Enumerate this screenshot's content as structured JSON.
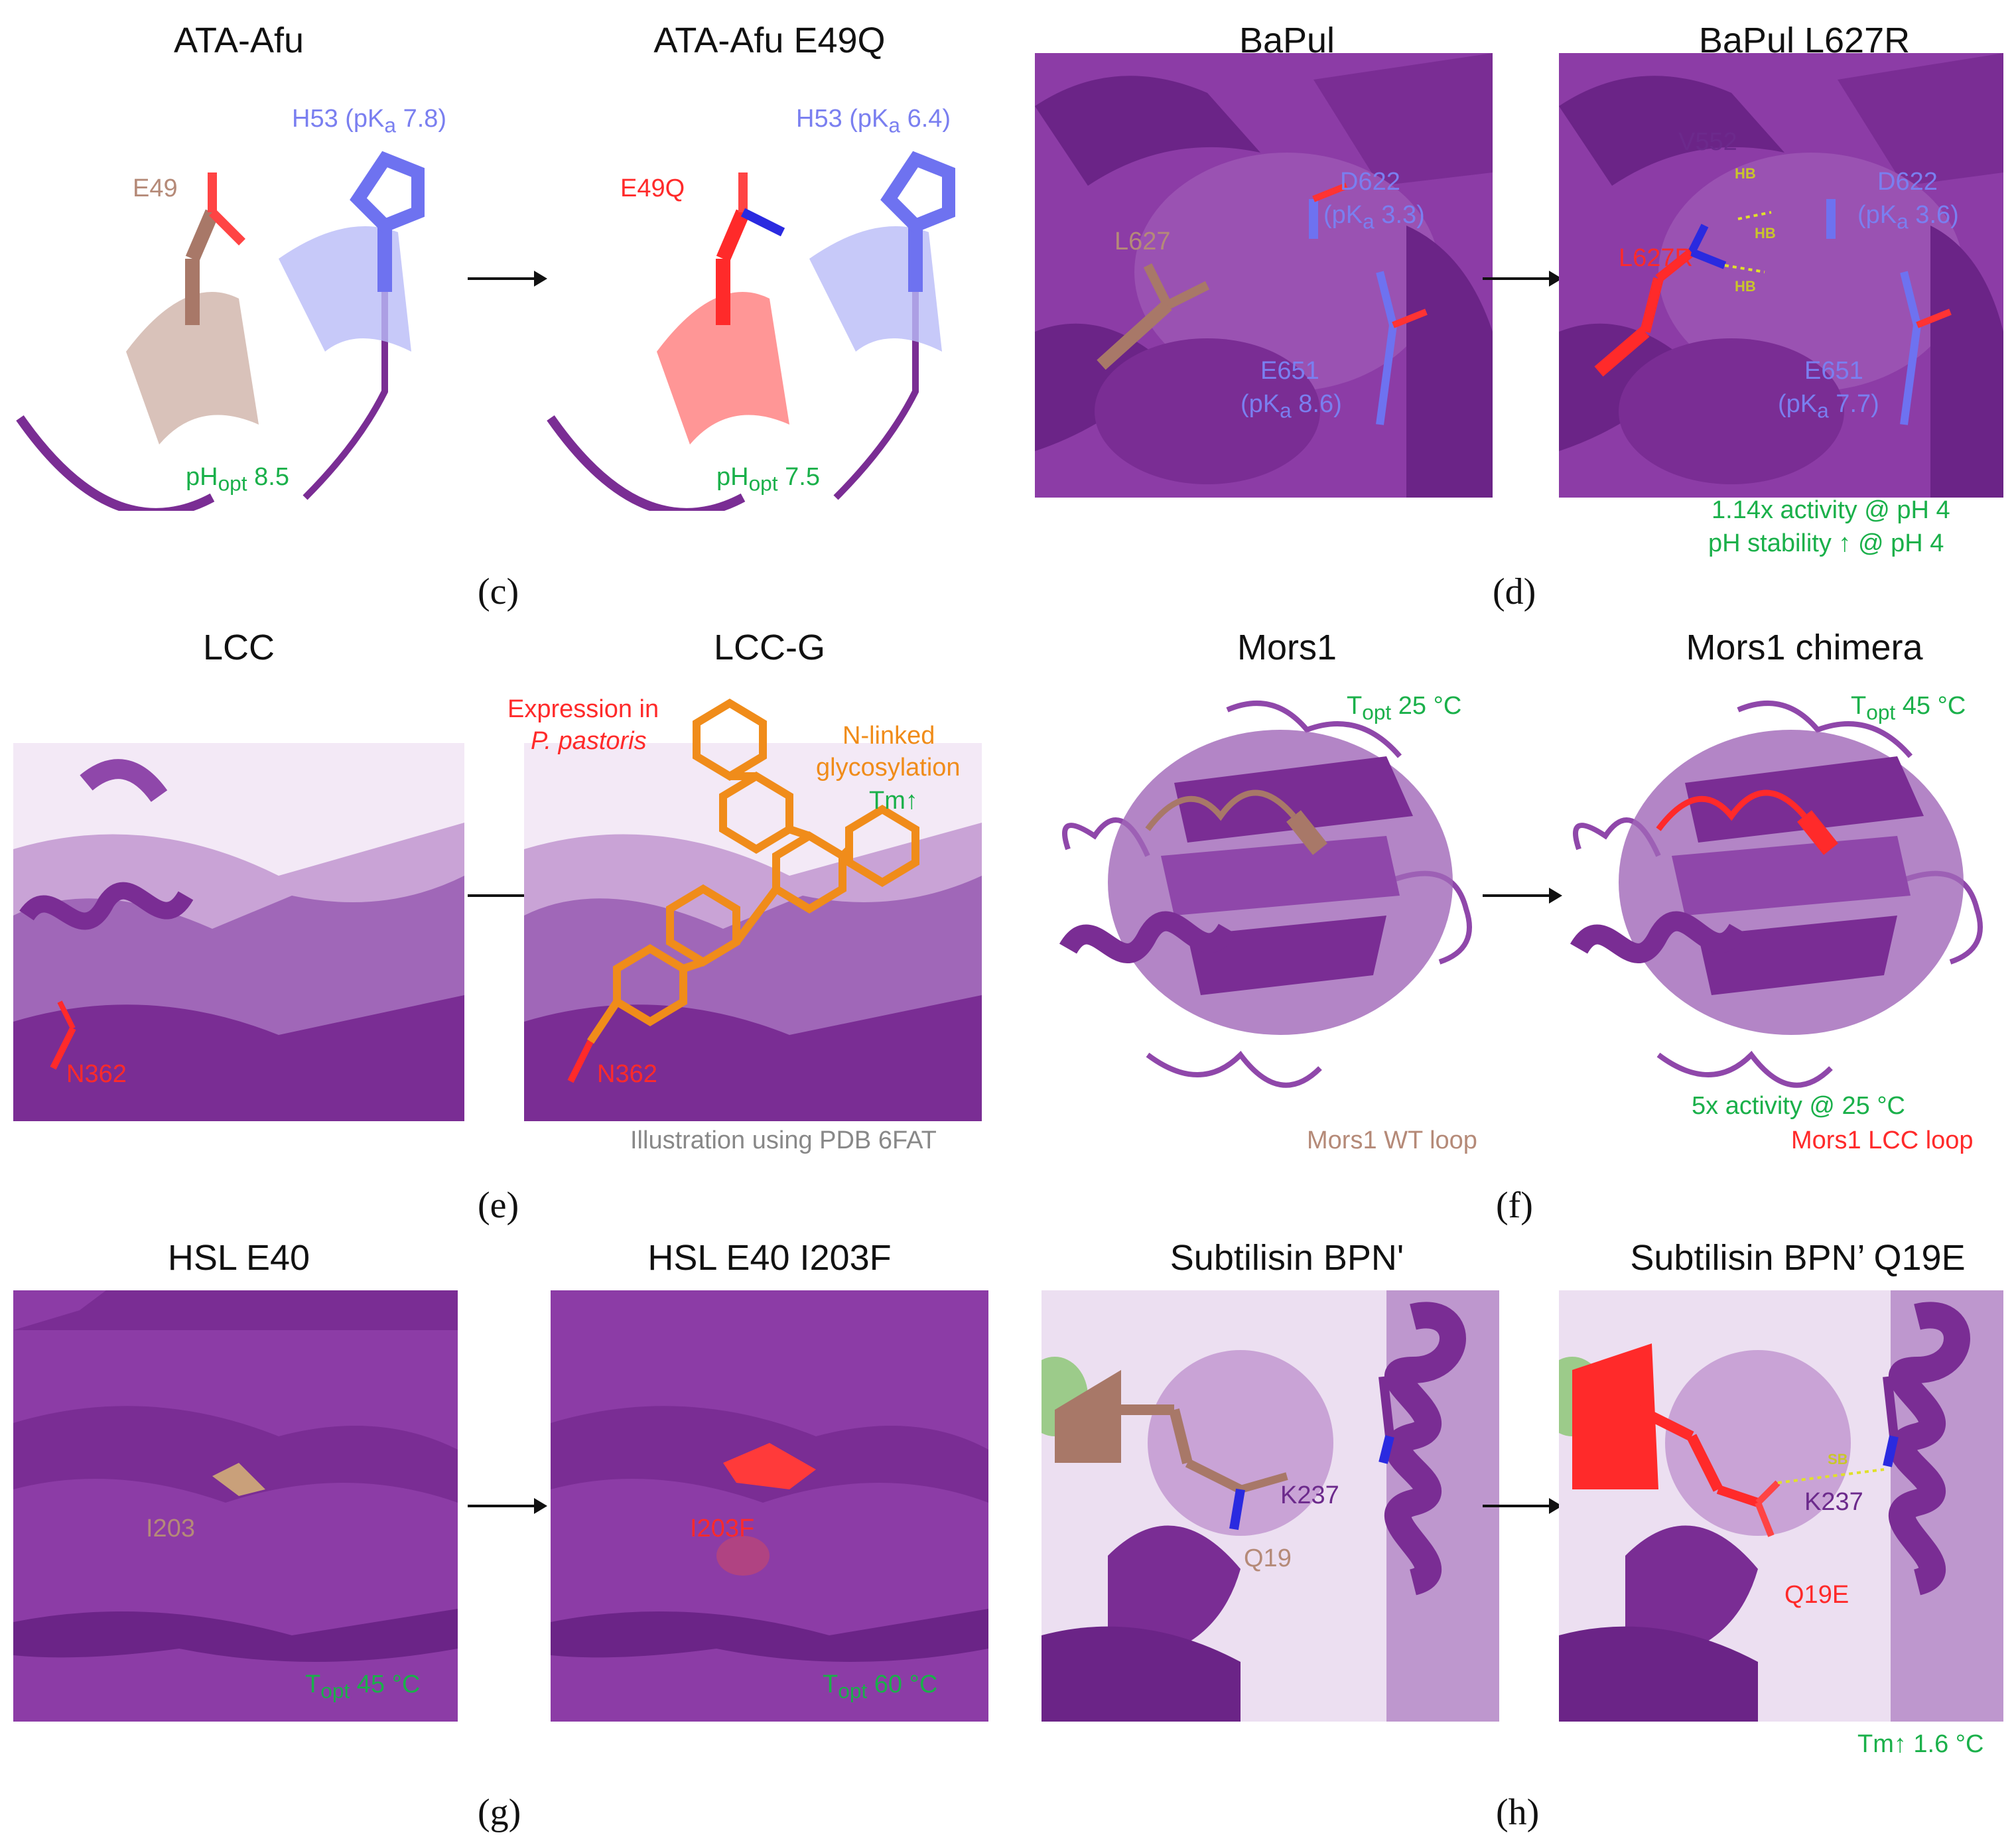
{
  "row1": {
    "titles": [
      "ATA-Afu",
      "ATA-Afu E49Q",
      "BaPul",
      "BaPul L627R"
    ],
    "c": {
      "h53_a": "H53 (pK",
      "h53_a_sub": "a",
      "h53_a_val": " 7.8)",
      "e49": "E49",
      "ph_a": "pH",
      "ph_a_sub": "opt",
      "ph_a_val": " 8.5",
      "h53_b": "H53 (pK",
      "h53_b_sub": "a",
      "h53_b_val": " 6.4)",
      "e49q": "E49Q",
      "ph_b": "pH",
      "ph_b_sub": "opt",
      "ph_b_val": " 7.5"
    },
    "d": {
      "d622_a": "D622",
      "pka_a1": "(pK",
      "pka_a1_sub": "a",
      "pka_a1_val": " 3.3)",
      "l627": "L627",
      "e651_a": "E651",
      "pka_a2": "(pK",
      "pka_a2_sub": "a",
      "pka_a2_val": " 8.6)",
      "v552": "V552",
      "d622_b": "D622",
      "pka_b1": "(pK",
      "pka_b1_sub": "a",
      "pka_b1_val": " 3.6)",
      "l627r": "L627R",
      "hb": "HB",
      "e651_b": "E651",
      "pka_b2": "(pK",
      "pka_b2_sub": "a",
      "pka_b2_val": " 7.7)",
      "note1": "1.14x activity @ pH 4",
      "note2": "pH stability ↑ @ pH 4"
    },
    "letters": [
      "(c)",
      "(d)"
    ]
  },
  "row2": {
    "titles": [
      "LCC",
      "LCC-G",
      "Mors1",
      "Mors1 chimera"
    ],
    "e": {
      "n362_a": "N362",
      "n362_b": "N362",
      "expr1": "Expression in",
      "expr2": "P. pastoris",
      "glyc1": "N-linked",
      "glyc2": "glycosylation",
      "tm": "Tm↑",
      "caption": "Illustration using PDB 6FAT"
    },
    "f": {
      "topt_a": "T",
      "topt_a_sub": "opt",
      "topt_a_val": " 25 °C",
      "topt_b": "T",
      "topt_b_sub": "opt",
      "topt_b_val": " 45 °C",
      "wt_loop": "Mors1 WT loop",
      "activity": "5x activity @ 25 °C",
      "lcc_loop": "Mors1 LCC loop"
    },
    "letters": [
      "(e)",
      "(f)"
    ]
  },
  "row3": {
    "titles": [
      "HSL E40",
      "HSL E40 I203F",
      "Subtilisin BPN'",
      "Subtilisin BPN’ Q19E"
    ],
    "g": {
      "i203": "I203",
      "i203f": "I203F",
      "topt_a": "T",
      "topt_a_sub": "opt",
      "topt_a_val": " 45 °C",
      "topt_b": "T",
      "topt_b_sub": "opt",
      "topt_b_val": " 60 °C"
    },
    "h": {
      "k237_a": "K237",
      "q19": "Q19",
      "k237_b": "K237",
      "sb": "SB",
      "q19e": "Q19E",
      "tm": "Tm↑ 1.6 °C"
    },
    "letters": [
      "(g)",
      "(h)"
    ]
  },
  "colors": {
    "protein": "#7a2d94",
    "protein_light": "#a86cc0",
    "mutant": "#ff2a2a",
    "wild_type": "#a87868",
    "blue_residue": "#6e72f0",
    "glycan": "#f08c1a",
    "annotation": "#1ab04a"
  }
}
